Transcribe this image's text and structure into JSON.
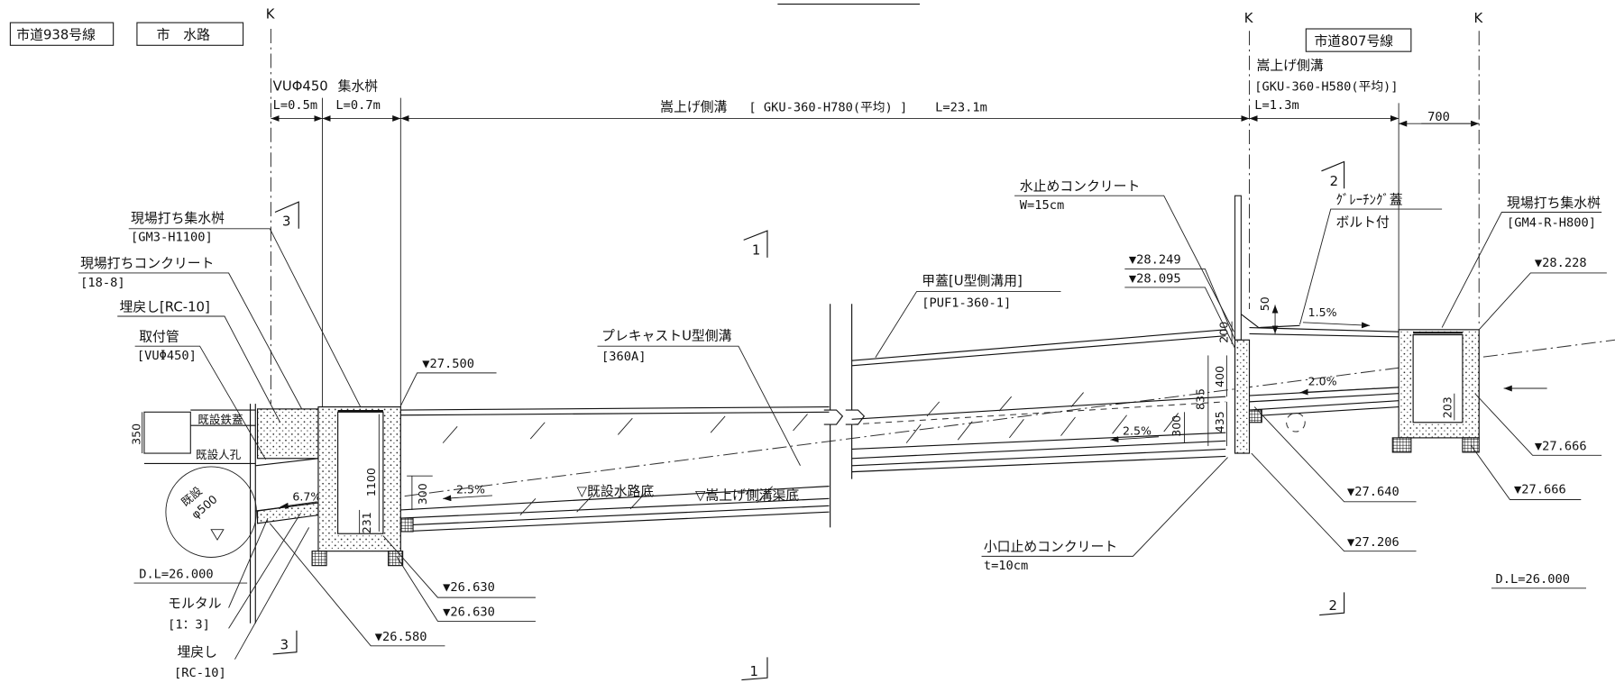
{
  "header": {
    "road_left": "市道938号線",
    "waterway": "市　水路",
    "road_right": "市道807号線"
  },
  "k_markers": [
    "K",
    "K",
    "K"
  ],
  "dimensions": {
    "pipe_name": "VUΦ450",
    "pipe_length": "L=0.5m",
    "basin_name": "集水桝",
    "basin_length": "L=0.7m",
    "ditch_name": "嵩上げ側溝",
    "ditch_spec": "[ GKU-360-H780(平均) ]",
    "ditch_length": "L=23.1m",
    "right_ditch_name": "嵩上げ側溝",
    "right_ditch_spec": "[GKU-360-H580(平均)]",
    "right_ditch_length": "L=1.3m",
    "right_span": "700"
  },
  "section_marks": {
    "s3_top": "3",
    "s1_top": "1",
    "s2_top": "2",
    "s2_bottom": "2",
    "s3_bottom": "3",
    "s1_bottom": "1"
  },
  "labels": {
    "left_basin": {
      "title": "現場打ち集水桝",
      "spec": "[GM3-H1100]"
    },
    "site_concrete": {
      "title": "現場打ちコンクリート",
      "spec": "[18-8]"
    },
    "backfill_top": {
      "title": "埋戻し[RC-10]"
    },
    "connector_pipe": {
      "title": "取付管",
      "spec": "[VUΦ450]"
    },
    "existing_cover": "既設鉄蓋",
    "existing_manhole": "既設人孔",
    "existing_pipe": {
      "title": "既設",
      "size": "φ500"
    },
    "mortar": {
      "title": "モルタル",
      "spec": "[1：3]"
    },
    "backfill_bottom": {
      "title": "埋戻し",
      "spec": "[RC-10]"
    },
    "precast_ditch": {
      "title": "プレキャストU型側溝",
      "spec": "[360A]"
    },
    "cover": {
      "title": "甲蓋[U型側溝用]",
      "spec": "[PUF1-360-1]"
    },
    "waterstop": {
      "title": "水止めコンクリート",
      "spec": "W=15cm"
    },
    "grating": {
      "title": "ｸﾞﾚｰﾁﾝｸﾞ蓋",
      "spec": "ボルト付"
    },
    "right_basin": {
      "title": "現場打ち集水桝",
      "spec": "[GM4-R-H800]"
    },
    "end_stop": {
      "title": "小口止めコンクリート",
      "spec": "t=10cm"
    },
    "existing_bed": "▽既設水路底",
    "raised_bed": "▽嵩上げ側溝渠底"
  },
  "datum": {
    "left": "D.L=26.000",
    "right": "D.L=26.000"
  },
  "elevations": {
    "e27500": "▼27.500",
    "e26630a": "▼26.630",
    "e26630b": "▼26.630",
    "e26580": "▼26.580",
    "e28249": "▼28.249",
    "e28095": "▼28.095",
    "e28228": "▼28.228",
    "e27666a": "▼27.666",
    "e27640": "▼27.640",
    "e27666b": "▼27.666",
    "e27206": "▼27.206"
  },
  "slopes": {
    "pipe": "6.7%",
    "ditch_left": "2.5%",
    "ditch_right": "2.5%",
    "right_top": "1.5%",
    "right_bed": "2.0%"
  },
  "heights": {
    "d350": "350",
    "d1100": "1100",
    "d300a": "300",
    "d231": "231",
    "d200": "200",
    "d835": "835",
    "d400": "400",
    "d435": "435",
    "d300b": "300",
    "d50": "50",
    "d203": "203"
  }
}
